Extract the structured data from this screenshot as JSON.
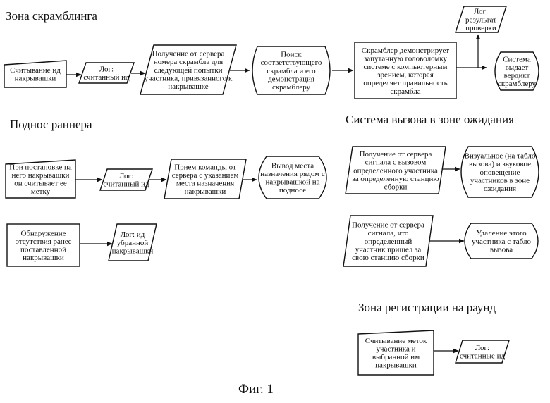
{
  "figure": {
    "caption": "Фиг. 1"
  },
  "zones": {
    "scramble": {
      "title": "Зона скрамблинга"
    },
    "runner": {
      "title": "Поднос раннера"
    },
    "waiting": {
      "title": "Система вызова в зоне ожидания"
    },
    "registration": {
      "title": "Зона регистрации на раунд"
    }
  },
  "nodes": {
    "s1": {
      "lines": [
        "Считывание ид",
        "накрывашки"
      ]
    },
    "s2": {
      "lines": [
        "Лог:",
        "считанный ид"
      ]
    },
    "s3": {
      "lines": [
        "Получение от сервера",
        "номера скрамбла для",
        "следующей попытки",
        "участника, привязанного к",
        "накрывашке"
      ]
    },
    "s4": {
      "lines": [
        "Поиск",
        "соответствующего",
        "скрамбла и его",
        "демонстрация",
        "скрамблеру"
      ]
    },
    "s5": {
      "lines": [
        "Скрамблер демонстрирует",
        "запутанную головоломку",
        "системе с компьютерным",
        "зрением, которая",
        "определяет правильность",
        "скрамбла"
      ]
    },
    "s6": {
      "lines": [
        "Лог:",
        "результат",
        "проверки"
      ]
    },
    "s7": {
      "lines": [
        "Система",
        "выдает",
        "вердикт",
        "скрамблеру"
      ]
    },
    "r1": {
      "lines": [
        "При постановке на",
        "него накрывашки",
        "он считывает ее",
        "метку"
      ]
    },
    "r2": {
      "lines": [
        "Лог:",
        "считанный ид"
      ]
    },
    "r3": {
      "lines": [
        "Прием команды от",
        "сервера с указанием",
        "места назначения",
        "накрывашки"
      ]
    },
    "r4": {
      "lines": [
        "Вывод места",
        "назначения рядом с",
        "накрывашкой на",
        "подносе"
      ]
    },
    "r5": {
      "lines": [
        "Обнаружение",
        "отсутствия ранее",
        "поставленной",
        "накрывашки"
      ]
    },
    "r6": {
      "lines": [
        "Лог: ид",
        "убранной",
        "накрывашки"
      ]
    },
    "w1": {
      "lines": [
        "Получение от сервера",
        "сигнала с вызовом",
        "определенного участника",
        "за определенную станцию",
        "сборки"
      ]
    },
    "w2": {
      "lines": [
        "Визуальное (на табло",
        "вызова) и звуковое",
        "оповещение",
        "участников в зоне",
        "ожидания"
      ]
    },
    "w3": {
      "lines": [
        "Получение от сервера",
        "сигнала, что",
        "определенный",
        "участник пришел за",
        "свою станцию сборки"
      ]
    },
    "w4": {
      "lines": [
        "Удаление этого",
        "участника с табло",
        "вызова"
      ]
    },
    "g1": {
      "lines": [
        "Считывание меток",
        "участника и",
        "выбранной им",
        "накрывашки"
      ]
    },
    "g2": {
      "lines": [
        "Лог:",
        "считанные ид"
      ]
    }
  }
}
